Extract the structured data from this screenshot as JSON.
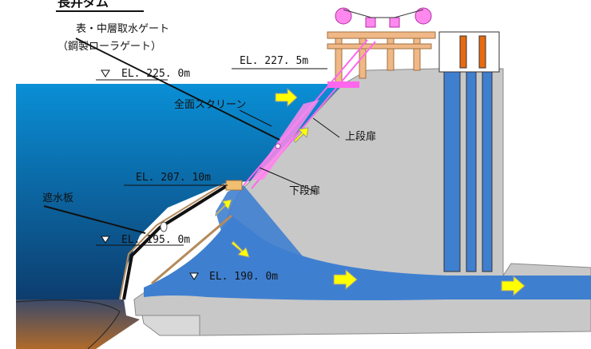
{
  "title": "長井ダム",
  "labels": {
    "gate_main": "表・中層取水ゲート",
    "gate_sub": "（鋼製ローラゲート）",
    "el_top": "EL. 227. 5m",
    "el_water": "EL. 225. 0m",
    "screen": "全面スクリーン",
    "upper_door": "上段扉",
    "el_207": "EL. 207. 10m",
    "lower_door": "下段扉",
    "barrier": "遮水板",
    "el_195": "EL. 195. 0m",
    "el_190": "EL. 190. 0m"
  },
  "colors": {
    "water_top": "#0a8fd6",
    "water_bottom": "#0d3d6e",
    "seabed_top": "#3b4a6a",
    "seabed_bottom": "#b06a2a",
    "dam": "#c8c8c8",
    "channel": "#3f7fd0",
    "gate_pink": "#ff66ee",
    "arrow_yellow": "#ffff00",
    "tower_wood": "#f0b886",
    "orange": "#e86a10"
  }
}
